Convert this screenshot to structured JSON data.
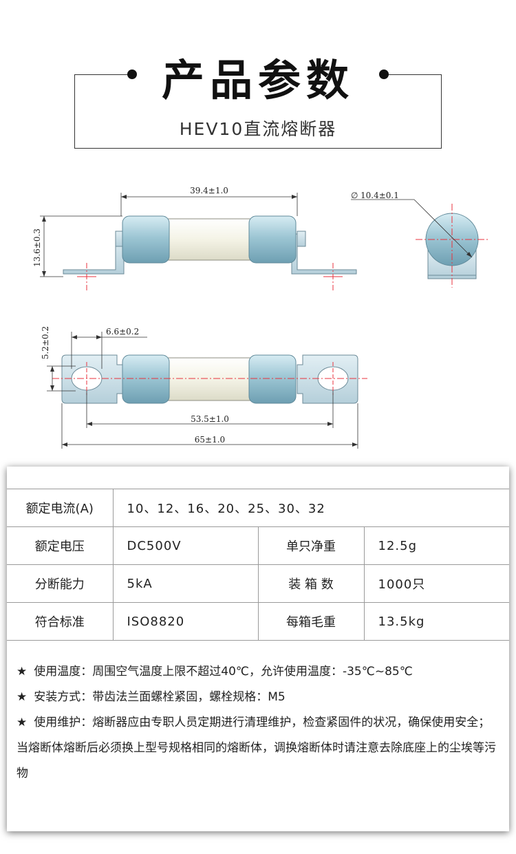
{
  "header": {
    "title": "产品参数",
    "subtitle": "HEV10直流熔断器"
  },
  "drawing": {
    "dim_length": "39.4±1.0",
    "dim_height": "13.6±0.3",
    "dim_diameter": "10.4±0.1",
    "dim_slot_w": "6.6±0.2",
    "dim_slot_h": "5.2±0.2",
    "dim_hole_pitch": "53.5±1.0",
    "dim_overall": "65±1.0",
    "diameter_symbol": "∅",
    "colors": {
      "cap": "#9dc6d4",
      "body": "#f4f3e6",
      "terminal": "#c9dde6",
      "centerline": "#e8323c"
    }
  },
  "spec": {
    "rated_current_label": "额定电流(A)",
    "rated_current_value": "10、12、16、20、25、30、32",
    "rated_voltage_label": "额定电压",
    "rated_voltage_value": "DC500V",
    "net_weight_label": "单只净重",
    "net_weight_value": "12.5g",
    "breaking_label": "分断能力",
    "breaking_value": "5kA",
    "box_qty_label": "装 箱 数",
    "box_qty_value": "1000只",
    "standard_label": "符合标准",
    "standard_value": "ISO8820",
    "gross_weight_label": "每箱毛重",
    "gross_weight_value": "13.5kg"
  },
  "notes": {
    "star": "★",
    "temp": "使用温度：周围空气温度上限不超过40℃，允许使用温度：-35℃~85℃",
    "install": "安装方式：带齿法兰面螺栓紧固，螺栓规格：M5",
    "maint": "使用维护：熔断器应由专职人员定期进行清理维护，检查紧固件的状况，确保使用安全；当熔断体熔断后必须换上型号规格相同的熔断体，调换熔断体时请注意去除底座上的尘埃等污物"
  }
}
